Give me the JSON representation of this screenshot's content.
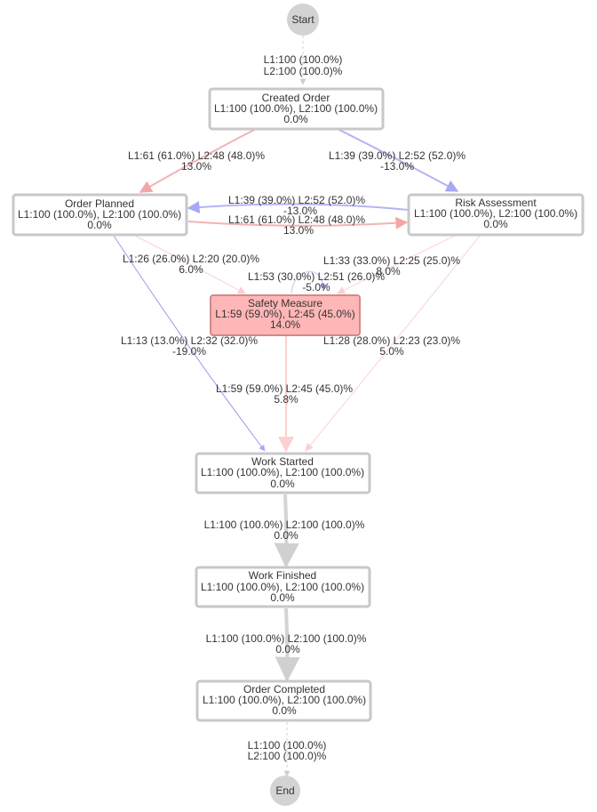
{
  "nodes": {
    "start": {
      "label": "Start"
    },
    "end": {
      "label": "End"
    },
    "created_order": {
      "label": "Created Order",
      "line1": "L1:100 (100.0%), L2:100 (100.0%)",
      "line2": "0.0%"
    },
    "order_planned": {
      "label": "Order Planned",
      "line1": "L1:100 (100.0%), L2:100 (100.0%)",
      "line2": "0.0%"
    },
    "risk_assessment": {
      "label": "Risk Assessment",
      "line1": "L1:100 (100.0%), L2:100 (100.0%)",
      "line2": "0.0%"
    },
    "safety_measure": {
      "label": "Safety Measure",
      "line1": "L1:59 (59.0%), L2:45 (45.0%)",
      "line2": "14.0%"
    },
    "work_started": {
      "label": "Work Started",
      "line1": "L1:100 (100.0%), L2:100 (100.0%)",
      "line2": "0.0%"
    },
    "work_finished": {
      "label": "Work Finished",
      "line1": "L1:100 (100.0%), L2:100 (100.0%)",
      "line2": "0.0%"
    },
    "order_completed": {
      "label": "Order Completed",
      "line1": "L1:100 (100.0%), L2:100 (100.0%)",
      "line2": "0.0%"
    }
  },
  "edges": {
    "start_created": {
      "l1": "L1:100 (100.0%)",
      "l2": "L2:100 (100.0)%"
    },
    "created_planned": {
      "l1": "L1:61 (61.0%) L2:48 (48.0)%",
      "l2": "13.0%"
    },
    "created_risk": {
      "l1": "L1:39 (39.0%) L2:52 (52.0)%",
      "l2": "-13.0%"
    },
    "risk_planned": {
      "l1": "L1:39 (39.0%) L2:52 (52.0)%",
      "l2": "-13.0%"
    },
    "planned_risk": {
      "l1": "L1:61 (61.0%) L2:48 (48.0)%",
      "l2": "13.0%"
    },
    "planned_safety": {
      "l1": "L1:26 (26.0%) L2:20 (20.0)%",
      "l2": "6.0%"
    },
    "risk_safety": {
      "l1": "L1:33 (33.0%) L2:25 (25.0)%",
      "l2": "8.0%"
    },
    "safety_loop": {
      "l1": "L1:53 (30.0%) L2:51 (26.0)%",
      "l2": "-5.0%"
    },
    "planned_work": {
      "l1": "L1:13 (13.0%) L2:32 (32.0)%",
      "l2": "-19.0%"
    },
    "risk_work": {
      "l1": "L1:28 (28.0%) L2:23 (23.0)%",
      "l2": "5.0%"
    },
    "safety_work": {
      "l1": "L1:59 (59.0%) L2:45 (45.0)%",
      "l2": "5.8%"
    },
    "started_finished": {
      "l1": "L1:100 (100.0%) L2:100 (100.0)%",
      "l2": "0.0%"
    },
    "finished_completed": {
      "l1": "L1:100 (100.0%) L2:100 (100.0)%",
      "l2": "0.0%"
    },
    "completed_end": {
      "l1": "L1:100 (100.0%)",
      "l2": "L2:100 (100.0)%"
    }
  },
  "colors": {
    "positive": "#f4a6a6",
    "negative": "#9a9af0",
    "neutral": "#d4d4d4",
    "hot_fill": "#ffb6b6"
  }
}
